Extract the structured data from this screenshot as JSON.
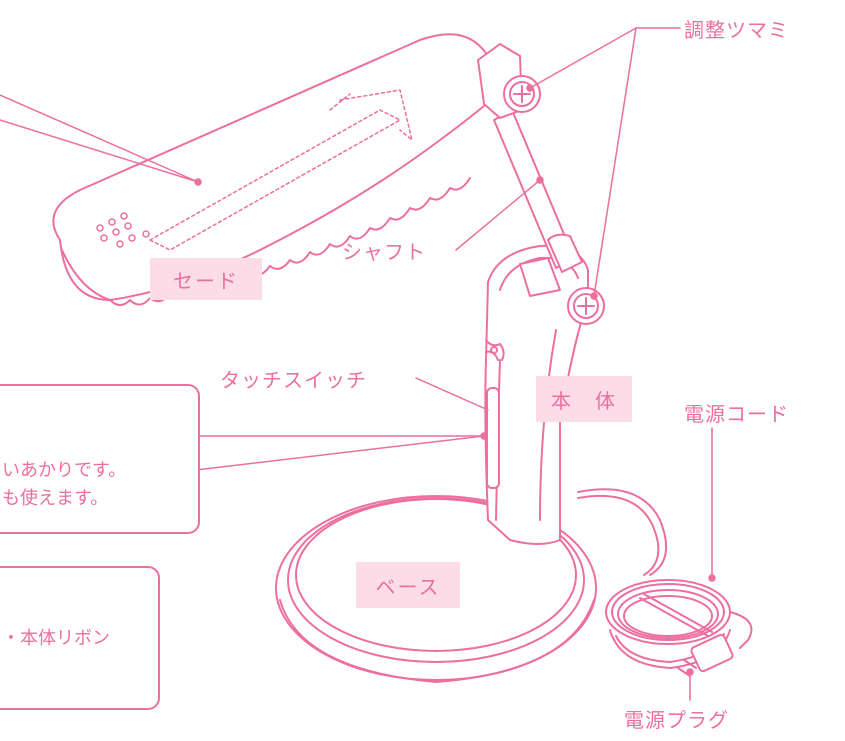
{
  "colors": {
    "outline": "#ec6fa0",
    "tag_fill": "#fbdce7",
    "text": "#ec6fa0"
  },
  "labels": {
    "knob": "調整ツマミ",
    "shaft": "シャフト",
    "shade": "セード",
    "touch_switch": "タッチスイッチ",
    "body": "本　体",
    "power_cord": "電源コード",
    "base": "ベース",
    "power_plug": "電源プラグ"
  },
  "callouts": {
    "touch": {
      "line1": "いあかりです。",
      "line2": "も使えます。"
    },
    "ribbon": {
      "line1": "・本体リボン"
    }
  }
}
